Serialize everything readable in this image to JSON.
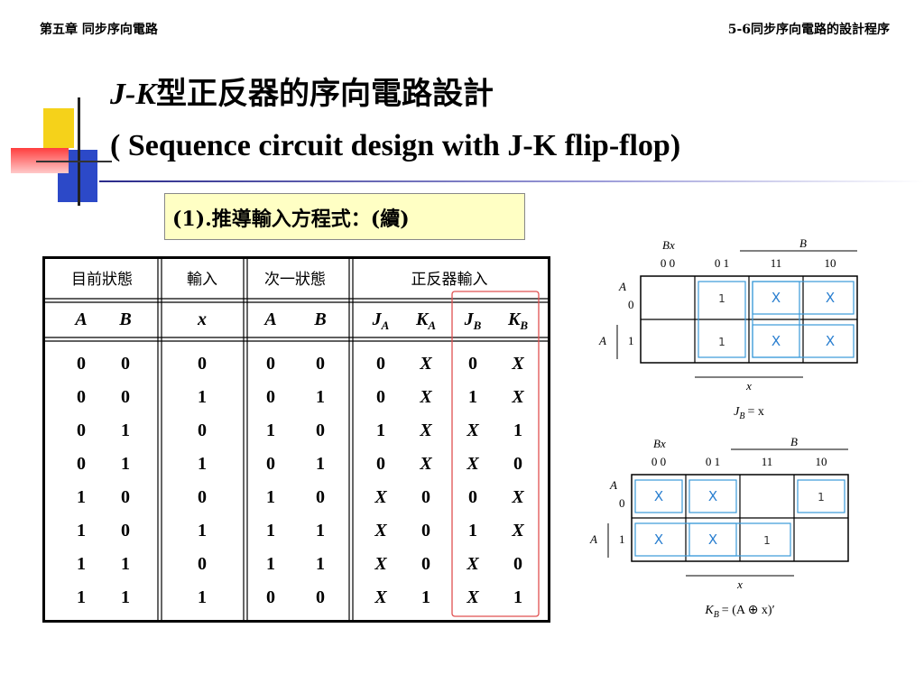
{
  "header": {
    "chapter": "第五章 同步序向電路",
    "section": "5-6同步序向電路的設計程序"
  },
  "title": {
    "italic": "J-K",
    "rest": "型正反器的序向電路設計",
    "english": "( Sequence circuit design with J-K flip-flop)"
  },
  "subtitle": "(1).推導輸入方程式：(續)",
  "table": {
    "group_headers": [
      "目前狀態",
      "輸入",
      "次一狀態",
      "正反器輸入"
    ],
    "columns": [
      "A",
      "B",
      "x",
      "A",
      "B",
      "J",
      "K",
      "J",
      "K"
    ],
    "column_subscripts": [
      "",
      "",
      "",
      "",
      "",
      "A",
      "A",
      "B",
      "B"
    ],
    "rows": [
      [
        "0",
        "0",
        "0",
        "0",
        "0",
        "0",
        "X",
        "0",
        "X"
      ],
      [
        "0",
        "0",
        "1",
        "0",
        "1",
        "0",
        "X",
        "1",
        "X"
      ],
      [
        "0",
        "1",
        "0",
        "1",
        "0",
        "1",
        "X",
        "X",
        "1"
      ],
      [
        "0",
        "1",
        "1",
        "0",
        "1",
        "0",
        "X",
        "X",
        "0"
      ],
      [
        "1",
        "0",
        "0",
        "1",
        "0",
        "X",
        "0",
        "0",
        "X"
      ],
      [
        "1",
        "0",
        "1",
        "1",
        "1",
        "X",
        "0",
        "1",
        "X"
      ],
      [
        "1",
        "1",
        "0",
        "1",
        "1",
        "X",
        "0",
        "X",
        "0"
      ],
      [
        "1",
        "1",
        "1",
        "0",
        "0",
        "X",
        "1",
        "X",
        "1"
      ]
    ]
  },
  "kmap_jb": {
    "row_var": "A",
    "col_var": "Bx",
    "top_var": "B",
    "col_headers": [
      "0 0",
      "0 1",
      "11",
      "10"
    ],
    "row_headers": [
      "0",
      "1"
    ],
    "cells": [
      [
        "",
        "1",
        "X",
        "X"
      ],
      [
        "",
        "1",
        "X",
        "X"
      ]
    ],
    "bottom_var": "x",
    "equation_lhs": "J",
    "equation_sub": "B",
    "equation_rhs": "= x"
  },
  "kmap_kb": {
    "row_var": "A",
    "col_var": "Bx",
    "top_var": "B",
    "col_headers": [
      "0 0",
      "0 1",
      "11",
      "10"
    ],
    "row_headers": [
      "0",
      "1"
    ],
    "cells": [
      [
        "X",
        "X",
        "",
        "1"
      ],
      [
        "X",
        "X",
        "1",
        ""
      ]
    ],
    "bottom_var": "x",
    "equation_lhs": "K",
    "equation_sub": "B",
    "equation_rhs": "= (A ⊕ x)′"
  },
  "colors": {
    "highlight_box": "#e05050",
    "group_box": "#3a9ad9",
    "x_text": "#2a7fd0"
  }
}
